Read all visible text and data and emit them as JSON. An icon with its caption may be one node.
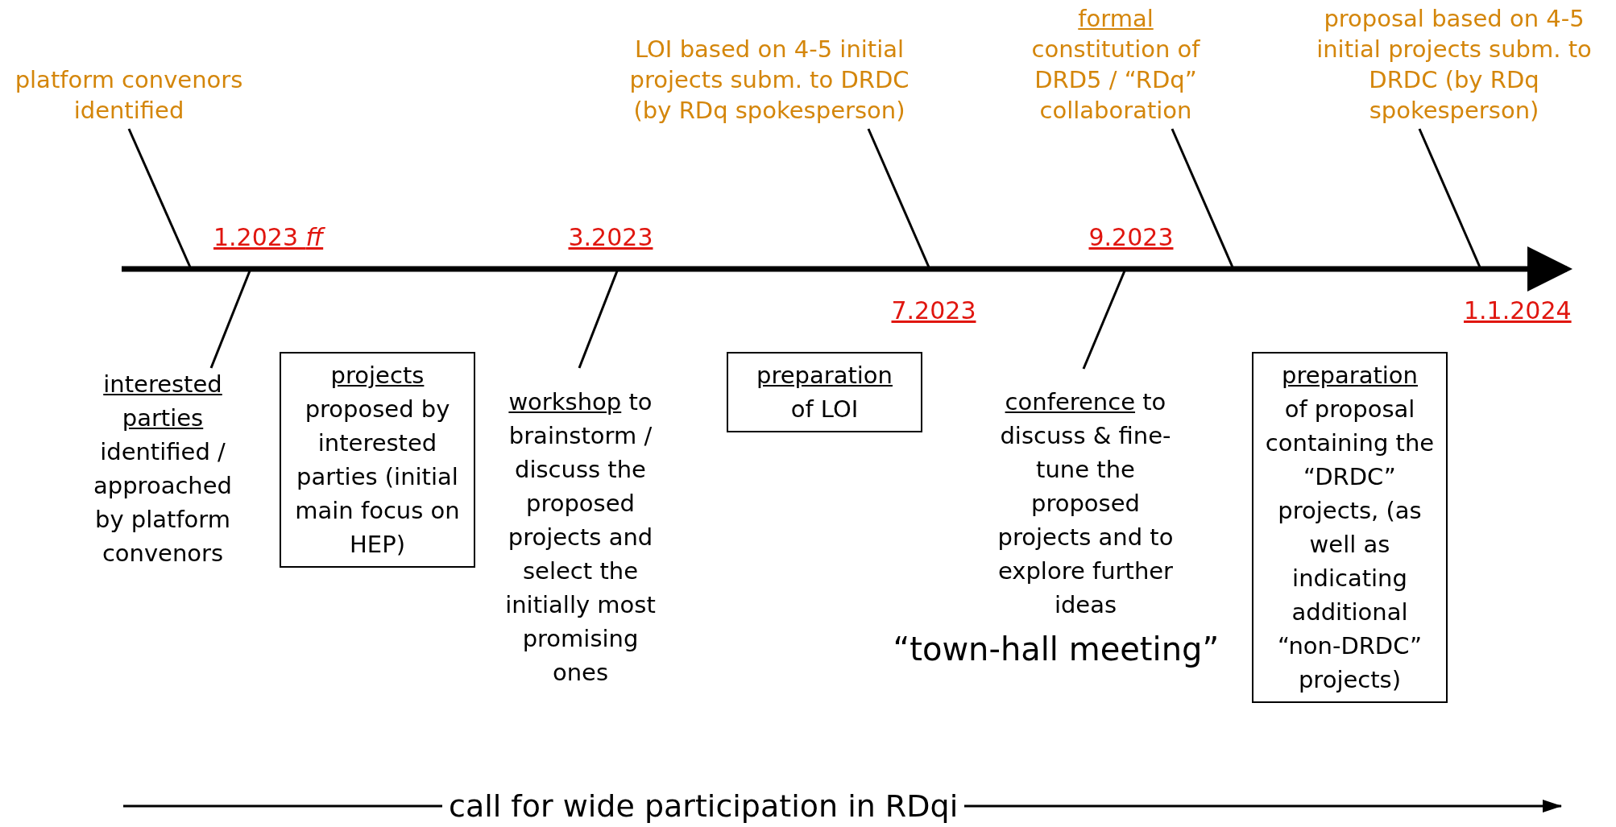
{
  "diagram": {
    "nodes": [
      {
        "text": [
          "platform convenors identified"
        ]
      },
      {
        "text": [
          "LOI based on 4-5 initial projects subm. to DRDC (by RDq spokesperson)"
        ]
      },
      {
        "text": [
          "formal",
          "constitution of DRD5 / “RDq” collaboration"
        ]
      },
      {
        "text": [
          "proposal based on 4-5 initial projects subm. to DRDC (by RDq spokesperson)"
        ]
      },
      {
        "text": [
          "interested parties",
          "identified / approached by platform convenors"
        ]
      },
      {
        "text": [
          "projects",
          "proposed by interested parties (initial main focus on HEP)"
        ]
      },
      {
        "text": [
          "workshop",
          "to brainstorm / discuss the proposed projects and select the initially most promising ones"
        ]
      },
      {
        "text": [
          "preparation",
          "of LOI"
        ]
      },
      {
        "text": [
          "conference",
          "to discuss & fine-tune the proposed projects and to explore further ideas"
        ]
      },
      {
        "text": [
          "preparation",
          "of proposal containing the “DRDC” projects, (as well as indicating additional “non-DRDC” projects)"
        ]
      }
    ],
    "edges": [
      {
        "from": 0,
        "to": null,
        "arrow": "none"
      },
      {
        "from": 1,
        "to": null,
        "arrow": "none"
      },
      {
        "from": 2,
        "to": null,
        "arrow": "none"
      },
      {
        "from": 3,
        "to": null,
        "arrow": "none"
      },
      {
        "from": 4,
        "to": null,
        "arrow": "none"
      },
      {
        "from": 6,
        "to": null,
        "arrow": "none"
      },
      {
        "from": 8,
        "to": null,
        "arrow": "none"
      }
    ],
    "labels": [
      "1.2023 *ff*",
      "3.2023",
      "7.2023",
      "9.2023",
      "1.1.2024",
      "“town-hall meeting”",
      "call for wide participation in RDqi"
    ]
  }
}
